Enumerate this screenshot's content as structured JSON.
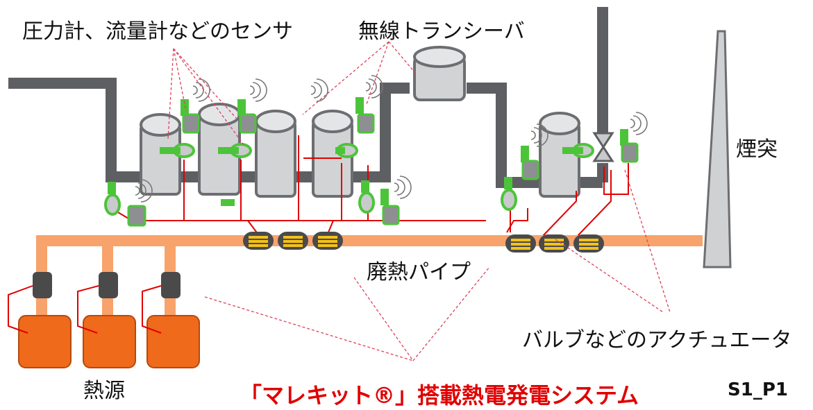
{
  "labels": {
    "sensors": "圧力計、流量計などのセンサ",
    "transceiver": "無線トランシーバ",
    "chimney": "煙突",
    "waste_heat_pipe": "廃熱パイプ",
    "actuator": "バルブなどのアクチュエータ",
    "heat_source": "熱源",
    "caption": "「マレキット®」搭載熱電発電システム",
    "code": "S1_P1"
  },
  "colors": {
    "pipe_gray": "#5e5f63",
    "tank_fill": "#d2d3d5",
    "tank_stroke": "#6d6e71",
    "sensor_green": "#4cc43a",
    "device_gray": "#8e8f92",
    "wire_red": "#e00000",
    "leader_pink": "#e0405a",
    "heat_pipe": "#f7a36b",
    "heat_source": "#ef6a1a",
    "module_yellow": "#f4c118",
    "caption_red": "#e00000"
  },
  "icons": [
    "wireless-signal-icon",
    "valve-icon"
  ]
}
